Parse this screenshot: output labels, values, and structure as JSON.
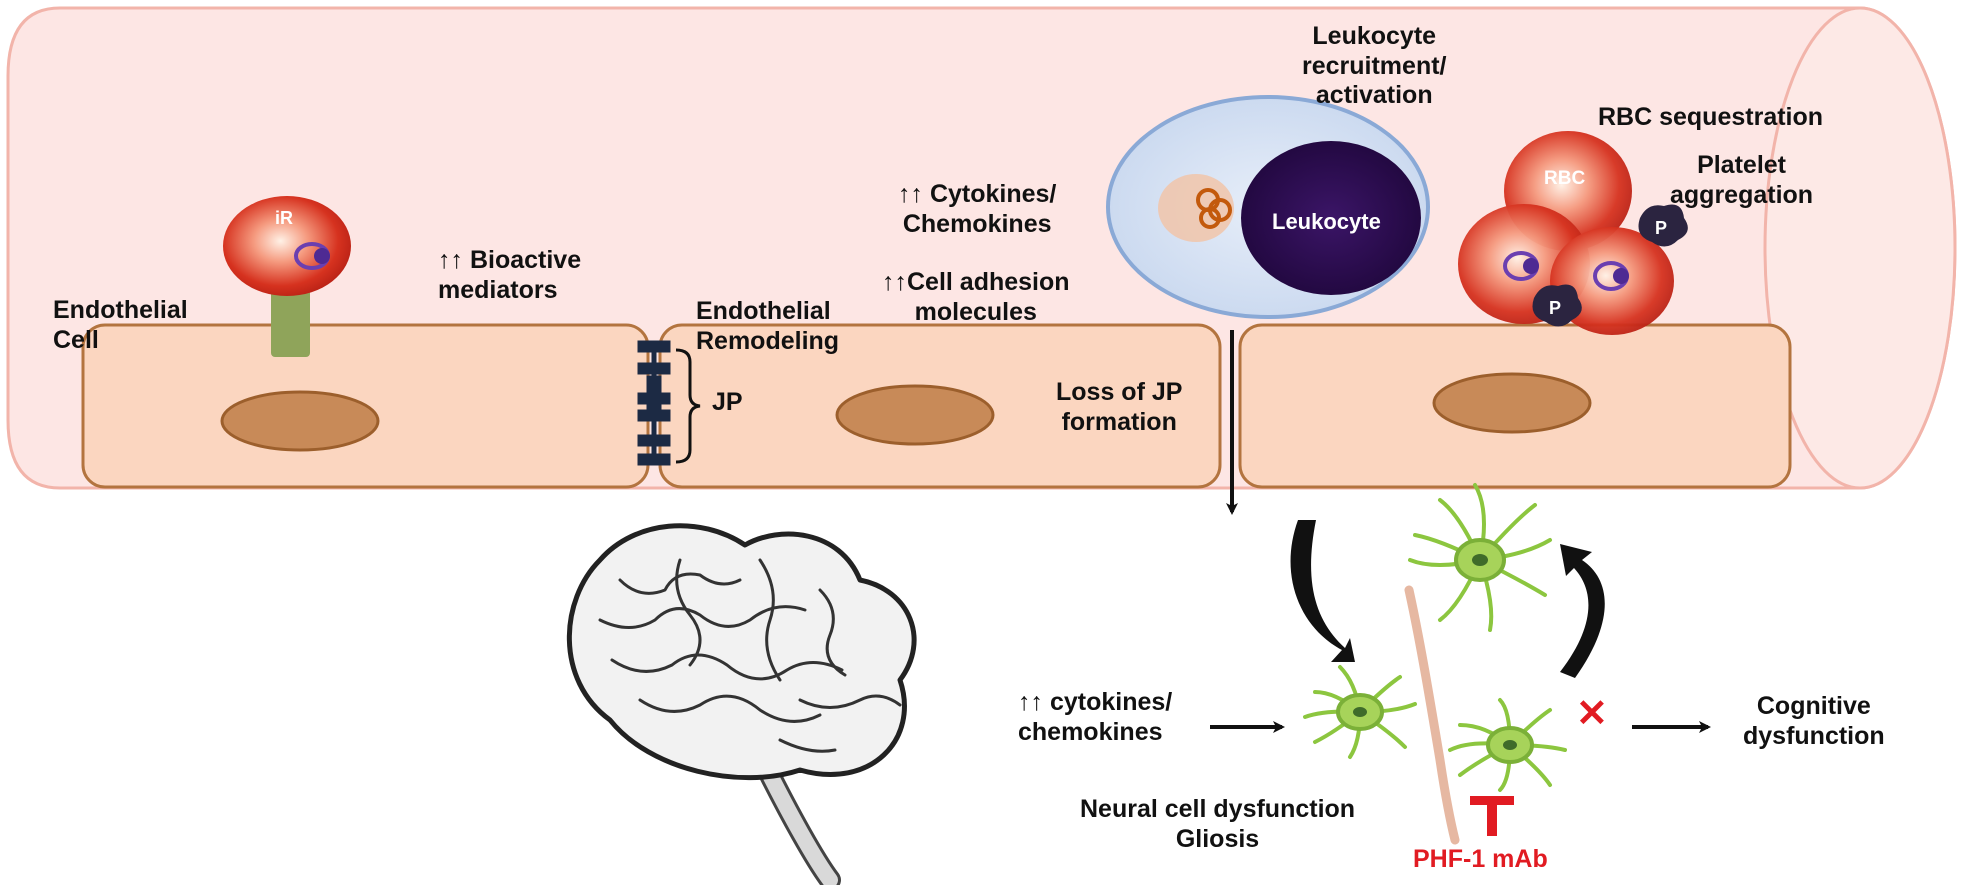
{
  "labels": {
    "endothelial_cell": "Endothelial\nCell",
    "ir_cell": "iR",
    "bioactive_mediators": "↑↑ Bioactive\nmediators",
    "endothelial_remodeling": "Endothelial\nRemodeling",
    "jp": "JP",
    "cytokines_chemokines": "↑↑ Cytokines/\nChemokines",
    "cell_adhesion": "↑↑Cell adhesion\nmolecules",
    "loss_of_jp": "Loss of JP\nformation",
    "leukocyte_recruitment": "Leukocyte\nrecruitment/\nactivation",
    "leukocyte": "Leukocyte",
    "rbc_sequestration": "RBC sequestration",
    "rbc": "RBC",
    "platelet_aggregation": "Platelet\naggregation",
    "platelet_p": "P",
    "cytokines_lower": "↑↑ cytokines/\nchemokines",
    "neural_dysfunction": "Neural cell dysfunction\nGliosis",
    "cognitive_dysfunction": "Cognitive\ndysfunction",
    "phf1_mab": "PHF-1 mAb",
    "block_mark": "✕",
    "inhibit_mark": "T"
  },
  "colors": {
    "vessel_fill": "#fde6e4",
    "vessel_stroke": "#f2b4aa",
    "cell_fill": "#fbd6c0",
    "cell_stroke": "#b3743f",
    "nucleus_fill": "#c88a58",
    "rbc_red": "#cc2a1e",
    "leukocyte_purple": "#2a0a4a",
    "accent_red": "#e11b22",
    "astrocyte_green": "#8cc63f"
  }
}
